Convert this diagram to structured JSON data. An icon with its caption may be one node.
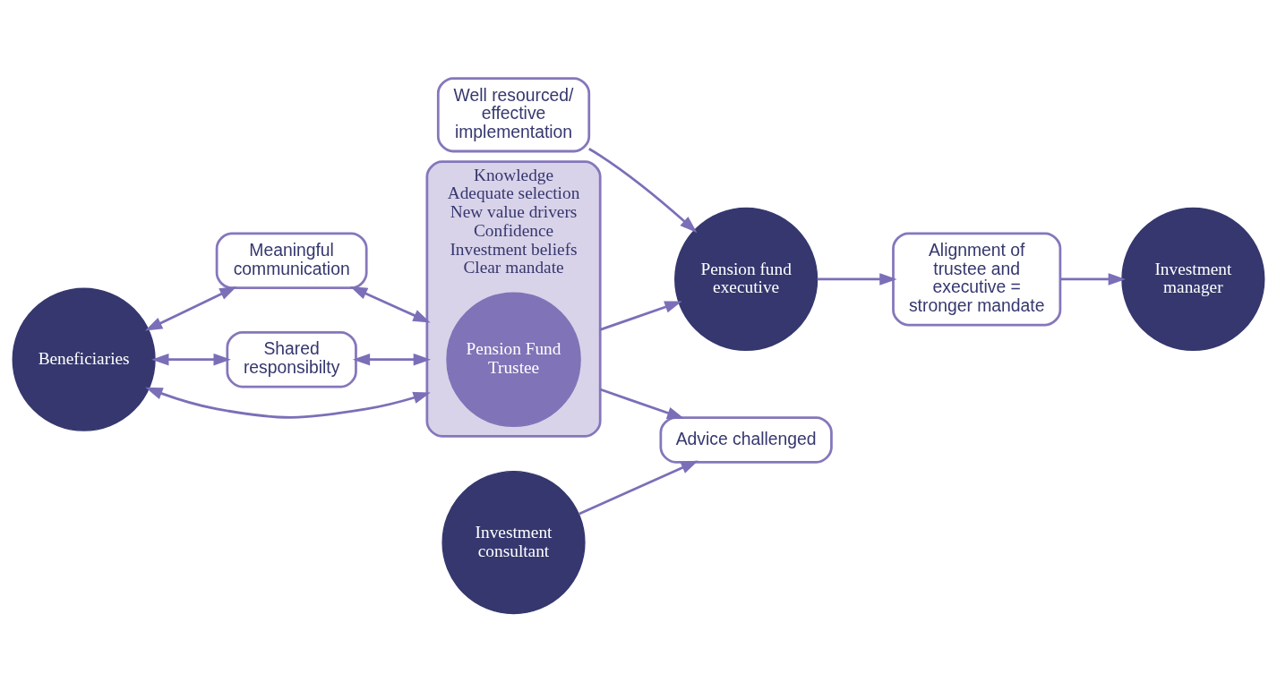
{
  "diagram": {
    "nodes": [
      {
        "text": [
          "Meaningful communication"
        ]
      },
      {
        "text": [
          "Beneficiaries"
        ]
      },
      {
        "text": [
          "Shared responsibilty"
        ]
      },
      {
        "text": [
          "Knowledge",
          "Adequate selection",
          "New value drivers",
          "Confidence",
          "Investment beliefs",
          "Clear mandate"
        ]
      },
      {
        "text": [
          "Pension Fund Trustee"
        ],
        "in": 3
      },
      {
        "text": [
          "Well resourced/ effective implementation"
        ]
      },
      {
        "text": [
          "Pension fund executive"
        ]
      },
      {
        "text": [
          "Alignment of trustee and executive = stronger mandate"
        ]
      },
      {
        "text": [
          "Investment manager"
        ]
      },
      {
        "text": [
          "Advice challenged"
        ]
      },
      {
        "text": [
          "Investment consultant"
        ]
      }
    ],
    "edges": [
      {
        "from": 1,
        "to": 0,
        "arrow": "both"
      },
      {
        "from": 0,
        "to": 3,
        "arrow": "both"
      },
      {
        "from": 1,
        "to": 3,
        "arrow": "both"
      },
      {
        "from": 1,
        "to": 2,
        "arrow": "both"
      },
      {
        "from": 2,
        "to": 3,
        "arrow": "both"
      },
      {
        "from": 3,
        "to": 6,
        "arrow": "to"
      },
      {
        "from": 5,
        "to": 6,
        "arrow": "to"
      },
      {
        "from": 6,
        "to": 7,
        "arrow": "to"
      },
      {
        "from": 7,
        "to": 8,
        "arrow": "to"
      },
      {
        "from": 3,
        "to": 9,
        "arrow": "to"
      },
      {
        "from": 10,
        "to": 9,
        "arrow": "to"
      }
    ]
  }
}
